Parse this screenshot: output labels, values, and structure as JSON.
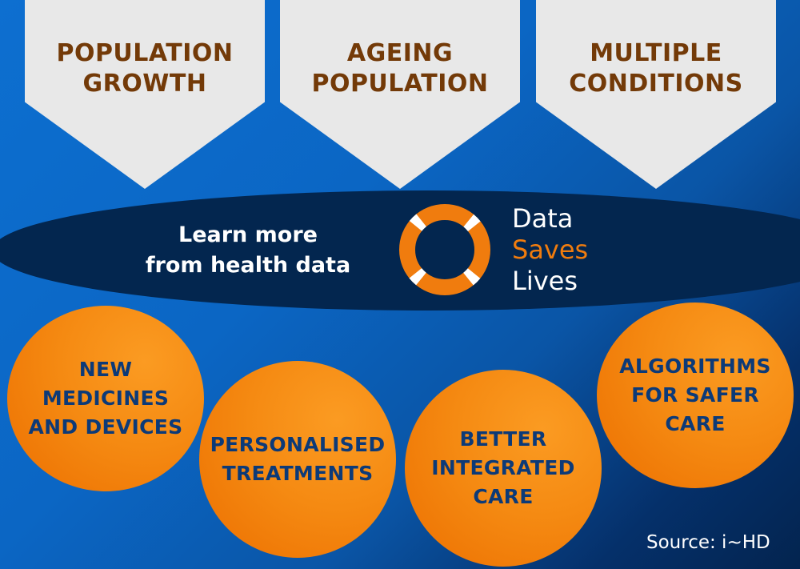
{
  "drivers": [
    {
      "label": "POPULATION\nGROWTH"
    },
    {
      "label": "AGEING\nPOPULATION"
    },
    {
      "label": "MULTIPLE\nCONDITIONS"
    }
  ],
  "center": {
    "text": "Learn more\nfrom health data",
    "logo": {
      "icon": "lifebuoy-icon",
      "line1": "Data",
      "line2": "Saves",
      "line3": "Lives"
    }
  },
  "outcomes": [
    {
      "label": "NEW\nMEDICINES\nAND DEVICES"
    },
    {
      "label": "PERSONALISED\nTREATMENTS"
    },
    {
      "label": "BETTER\nINTEGRATED\nCARE"
    },
    {
      "label": "ALGORITHMS\nFOR SAFER\nCARE"
    }
  ],
  "source": "Source: i~HD",
  "colors": {
    "background": "#0b66c4",
    "chevron": "#e8e8e8",
    "chevron_text": "#733a08",
    "ellipse": "#03264f",
    "orange": "#f58a12",
    "circle_text": "#0c3a78"
  }
}
